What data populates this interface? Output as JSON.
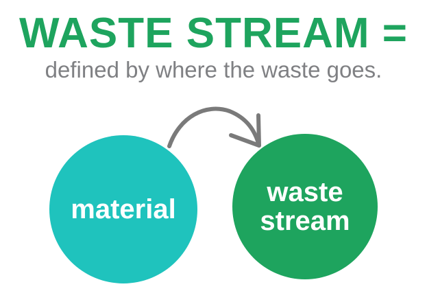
{
  "title": "WASTE STREAM =",
  "subtitle": "defined by where the waste goes.",
  "diagram": {
    "source": "material",
    "target_line1": "waste",
    "target_line2": "stream",
    "colors": {
      "title": "#1ea45e",
      "source": "#1fc3bd",
      "target": "#1ea45e",
      "arrow": "#7a7a7a"
    }
  }
}
